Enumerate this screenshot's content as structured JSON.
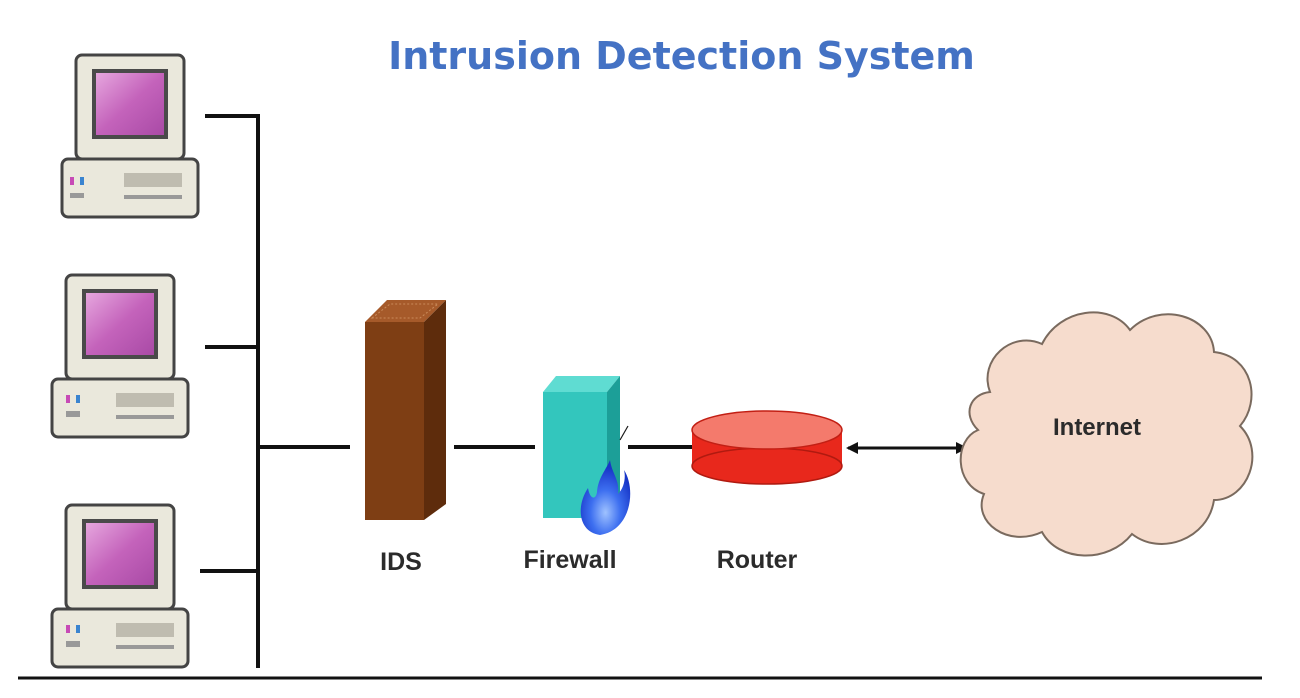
{
  "title": "Intrusion Detection System",
  "nodes": {
    "ids": "IDS",
    "firewall": "Firewall",
    "router": "Router",
    "internet": "Internet"
  },
  "colors": {
    "title": "#4472c4",
    "ids": "#7a3a12",
    "firewall": "#2ec4bb",
    "flame": "#2a5be0",
    "router": "#e8281c",
    "cloud": "#f6dccd",
    "screen": "#c868c0"
  },
  "icons": {
    "workstations": [
      "computer-icon",
      "computer-icon",
      "computer-icon"
    ],
    "ids": "ids-tower-icon",
    "firewall": "firewall-icon",
    "router": "router-icon",
    "internet": "cloud-icon",
    "link": "bidirectional-arrow-icon"
  }
}
